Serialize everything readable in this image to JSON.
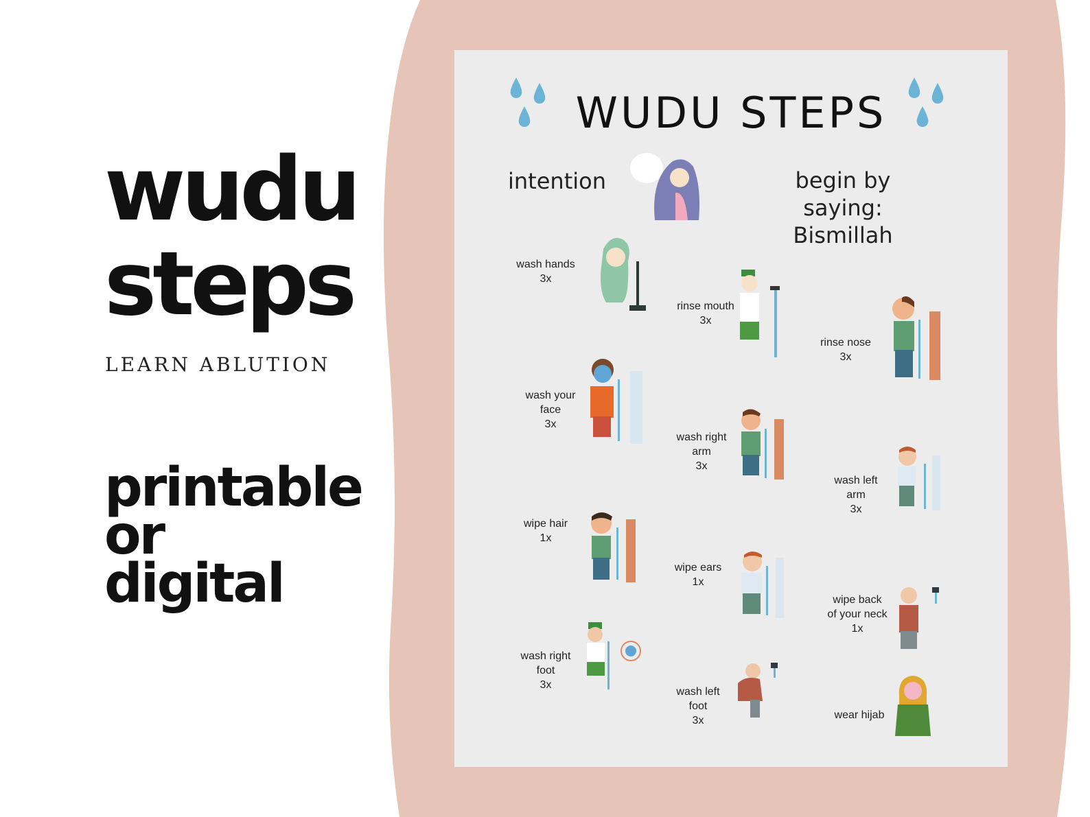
{
  "promo": {
    "title_line1": "wudu",
    "title_line2": "steps",
    "subtitle": "LEARN ABLUTION",
    "format_line1": "printable",
    "format_line2": "or",
    "format_line3": "digital"
  },
  "colors": {
    "blob": "#e6c4b7",
    "poster_bg": "#ececec",
    "drop": "#6bb4d6",
    "faucet_wood": "#d98a62"
  },
  "poster": {
    "title": "WUDU STEPS",
    "intention": "intention",
    "begin_line1": "begin by saying:",
    "begin_line2": "Bismillah",
    "steps": [
      {
        "name": "wash hands",
        "count": "3x"
      },
      {
        "name": "rinse mouth",
        "count": "3x"
      },
      {
        "name": "rinse nose",
        "count": "3x"
      },
      {
        "name1": "wash your",
        "name2": "face",
        "count": "3x"
      },
      {
        "name1": "wash right",
        "name2": "arm",
        "count": "3x"
      },
      {
        "name1": "wash left",
        "name2": "arm",
        "count": "3x"
      },
      {
        "name": "wipe hair",
        "count": "1x"
      },
      {
        "name": "wipe ears",
        "count": "1x"
      },
      {
        "name1": "wipe back",
        "name2": "of your neck",
        "count": "1x"
      },
      {
        "name1": "wash right",
        "name2": "foot",
        "count": "3x"
      },
      {
        "name1": "wash left",
        "name2": "foot",
        "count": "3x"
      },
      {
        "name": "wear hijab"
      }
    ]
  }
}
